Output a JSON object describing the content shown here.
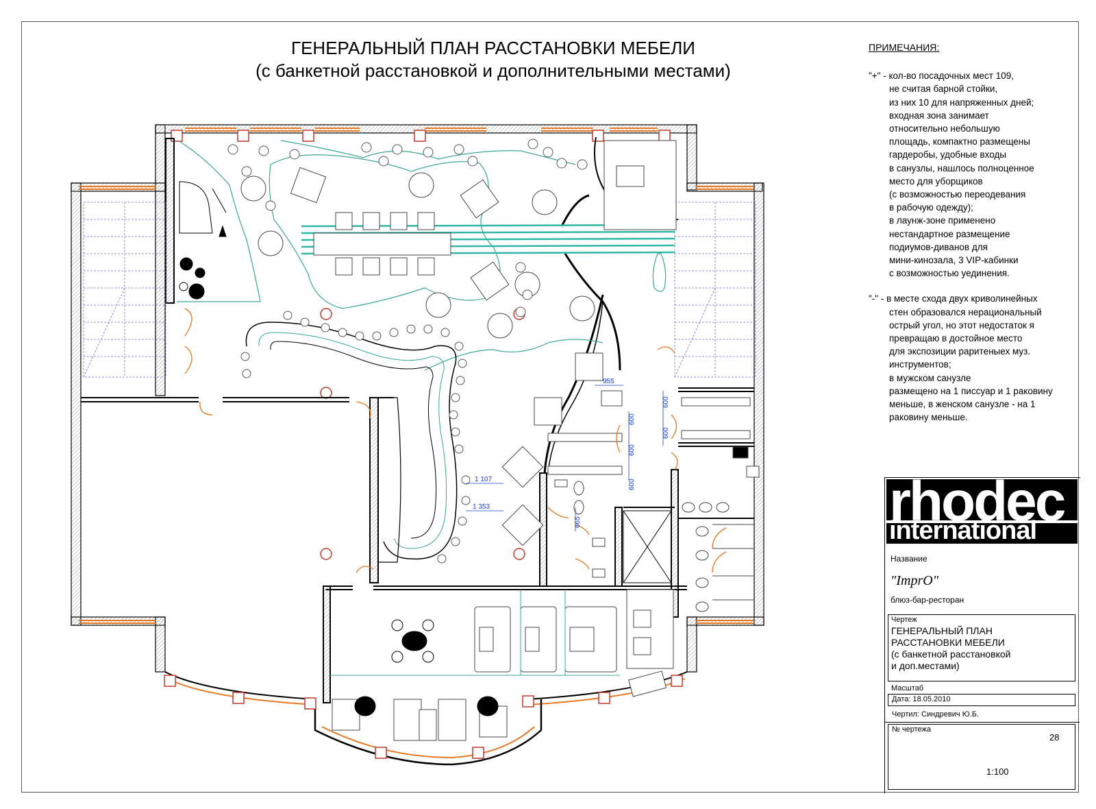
{
  "title": {
    "line1": "ГЕНЕРАЛЬНЫЙ ПЛАН РАССТАНОВКИ МЕБЕЛИ",
    "line2": "(с банкетной расстановкой и дополнительными местами)"
  },
  "notes": {
    "heading": "ПРИМЕЧАНИЯ:",
    "plus": [
      "\"+\" - кол-во посадочных мест 109,",
      "не считая барной стойки,",
      "из них 10 для напряженных дней;",
      "входная зона занимает",
      "относительно небольшую",
      "площадь, компактно размещены",
      "гардеробы, удобные входы",
      "в санузлы, нашлось полноценное",
      "место для уборщиков",
      "(с возможностью переодевания",
      "в рабочую одежду);",
      "в лаунж-зоне применено",
      "нестандартное размещение",
      "подиумов-диванов для",
      "мини-кинозала, 3 VIP-кабинки",
      "с возможностью уединения."
    ],
    "minus": [
      "\"-\" - в месте схода двух криволинейных",
      "стен образовался нерациональный",
      "острый угол, но этот недостаток я",
      "превращаю в достойное место",
      "для экспозиции раритеныех муз.",
      "инструментов;",
      "в мужском санузле",
      "размещено на 1 писсуар и 1 раковину",
      "меньше, в женском санузле - на 1",
      "раковину меньше."
    ]
  },
  "stamp": {
    "logo_line1": "rhodec",
    "logo_line2": "international",
    "name_label": "Название",
    "project_name": "\"ImprO\"",
    "project_type": "блюз-бар-ресторан",
    "drawing_label": "Чертеж",
    "drawing_title": [
      "ГЕНЕРАЛЬНЫЙ ПЛАН",
      "РАССТАНОВКИ МЕБЕЛИ",
      "(с банкетной расстановкой",
      "и доп.местами)"
    ],
    "scale_label": "Масштаб",
    "date": "Дата: 18.05.2010",
    "drawn_by": "Чертил:   Синдревич Ю.Б.",
    "number_label": "№ чертежа",
    "number": "28",
    "scale": "1:100"
  },
  "dimensions": [
    "955",
    "600",
    "600",
    "600",
    "600",
    "600",
    "1 107",
    "1 353",
    "665"
  ],
  "colors": {
    "wall": "#000000",
    "window": "#e87722",
    "column": "#c0392b",
    "furniture_outline": "#3aa890",
    "podium": "#2fb6a4",
    "stairs": "#7a6fd4",
    "dimension": "#1a3fd6"
  }
}
